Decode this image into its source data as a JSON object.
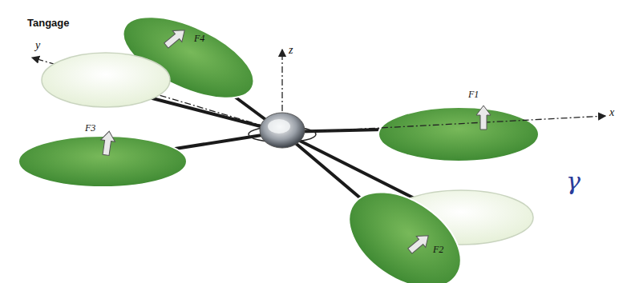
{
  "diagram": {
    "labels": [
      "Tangage",
      "y",
      "z",
      "x",
      "F4",
      "F1",
      "F3",
      "F2",
      "γ"
    ]
  }
}
